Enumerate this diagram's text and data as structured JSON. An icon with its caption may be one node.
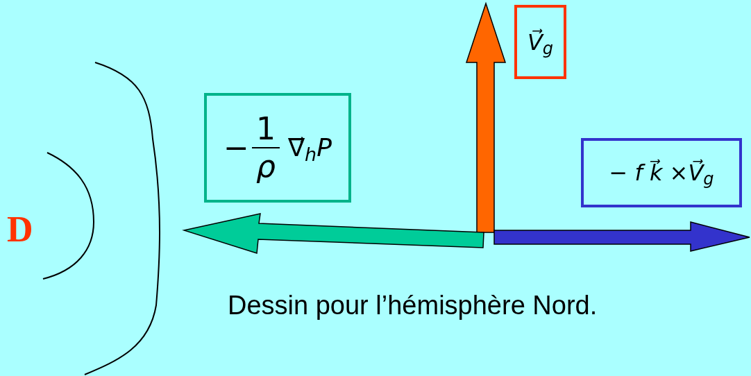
{
  "diagram": {
    "nodes": [
      {
        "text": [
          "V⃗$_{g}$"
        ]
      },
      {
        "text": [
          "−",
          "1",
          "ρ",
          "∇⃗$_{h}$P"
        ]
      },
      {
        "text": [
          "− f k⃗ ×V⃗$_{g}$"
        ]
      }
    ],
    "labels": [
      "D",
      "Dessin pour l’hémisphère Nord."
    ]
  }
}
